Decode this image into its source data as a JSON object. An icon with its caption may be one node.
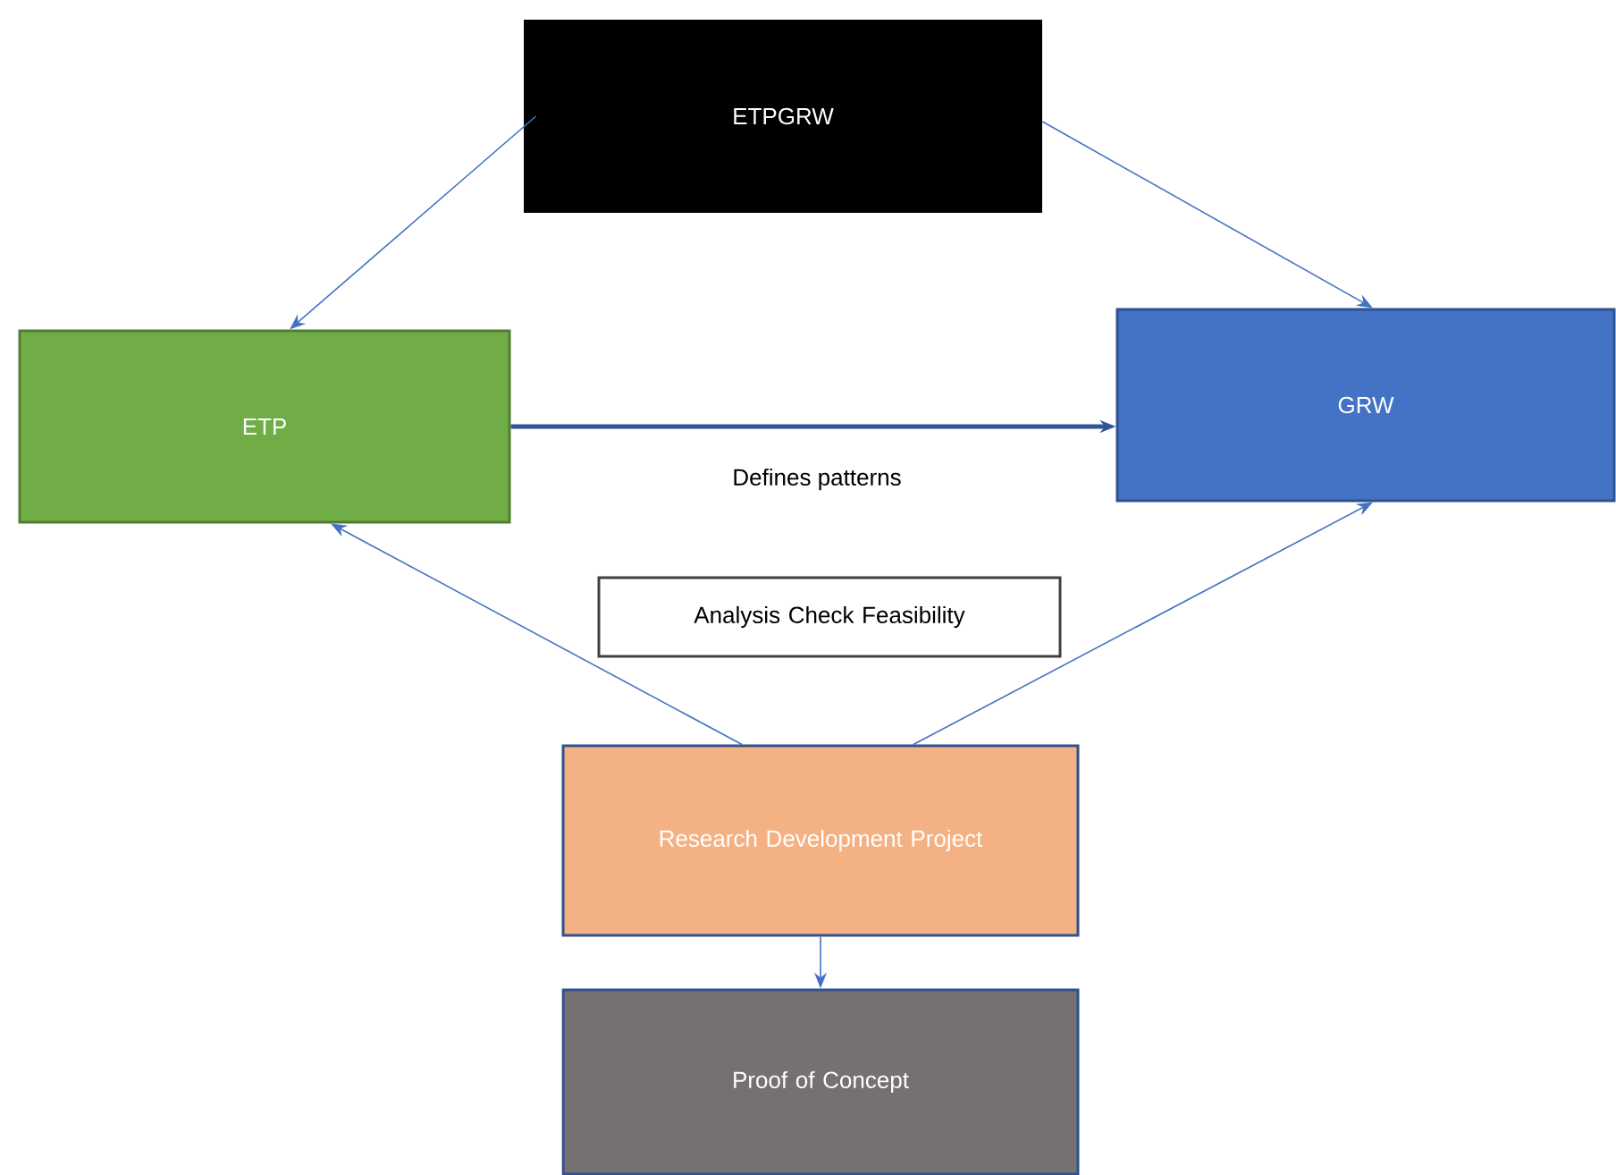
{
  "diagram": {
    "nodes": [
      {
        "text": [
          "ETPGRW"
        ]
      },
      {
        "text": [
          "ETP"
        ]
      },
      {
        "text": [
          "GRW"
        ]
      },
      {
        "text": [
          "Analysis Check Feasibility"
        ]
      },
      {
        "text": [
          "Research Development Project"
        ]
      },
      {
        "text": [
          "Proof of Concept"
        ]
      }
    ],
    "edges": [
      {
        "from": 0,
        "to": 1,
        "arrow": "to"
      },
      {
        "from": 0,
        "to": 2,
        "arrow": "to"
      },
      {
        "from": 1,
        "to": 2,
        "arrow": "to",
        "label": "Defines patterns",
        "style": "thick",
        "color": "#2f5597"
      },
      {
        "from": 4,
        "to": 1,
        "arrow": "to"
      },
      {
        "from": 4,
        "to": 2,
        "arrow": "to"
      },
      {
        "from": 4,
        "to": 5,
        "arrow": "to"
      }
    ]
  }
}
